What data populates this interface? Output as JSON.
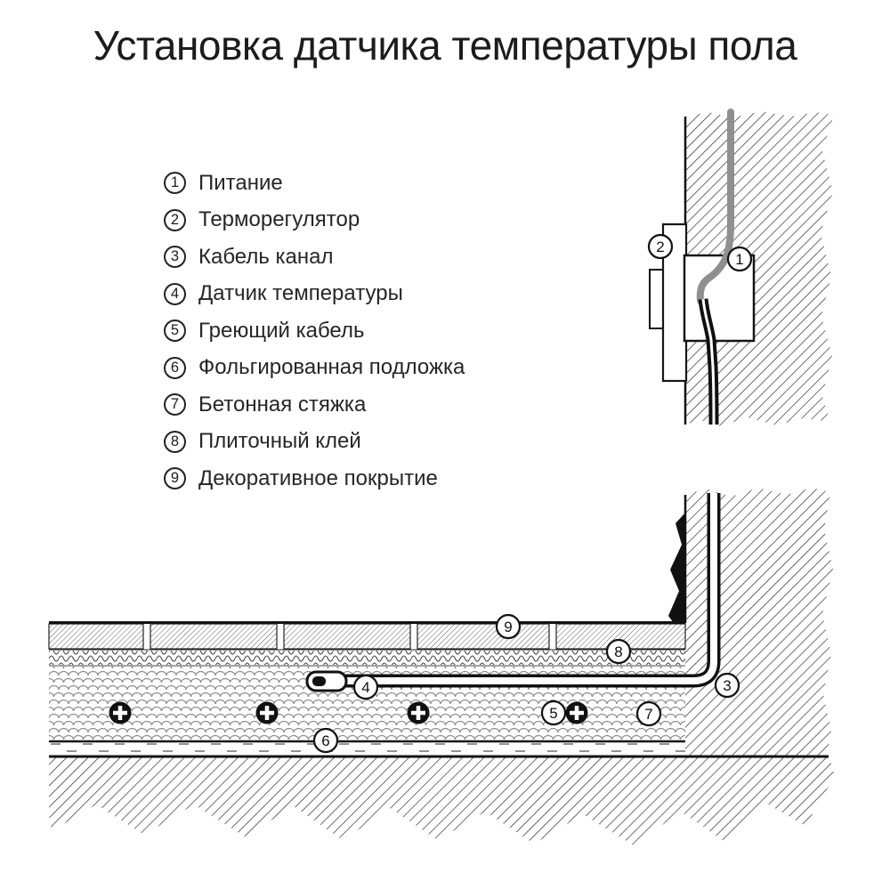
{
  "title": "Установка датчика температуры пола",
  "legend": {
    "items": [
      {
        "num": "1",
        "label": "Питание"
      },
      {
        "num": "2",
        "label": "Терморегулятор"
      },
      {
        "num": "3",
        "label": "Кабель канал"
      },
      {
        "num": "4",
        "label": "Датчик температуры"
      },
      {
        "num": "5",
        "label": "Греющий кабель"
      },
      {
        "num": "6",
        "label": "Фольгированная подложка"
      },
      {
        "num": "7",
        "label": "Бетонная стяжка"
      },
      {
        "num": "8",
        "label": "Плиточный клей"
      },
      {
        "num": "9",
        "label": "Декоративное покрытие"
      }
    ]
  },
  "diagram": {
    "callouts": [
      {
        "num": "1"
      },
      {
        "num": "2"
      },
      {
        "num": "3"
      },
      {
        "num": "4"
      },
      {
        "num": "5"
      },
      {
        "num": "6"
      },
      {
        "num": "7"
      },
      {
        "num": "8"
      },
      {
        "num": "9"
      }
    ]
  },
  "colors": {
    "background": "#ffffff",
    "line": "#1d1d1d",
    "power_cable_gray": "#8f8f8f"
  }
}
